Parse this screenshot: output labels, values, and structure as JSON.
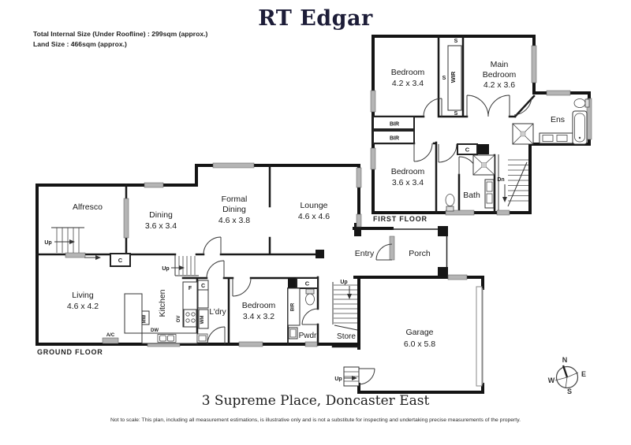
{
  "header": {
    "brand": "RT Edgar",
    "line1": "Total Internal Size (Under Roofline) : 299sqm (approx.)",
    "line2": "Land Size : 466sqm (approx.)"
  },
  "footer": {
    "address": "3 Supreme Place, Doncaster East",
    "disclaimer": "Not to scale: This plan, including all measurement estimations, is illustrative only and is not a substitute for inspecting and undertaking precise measurements of the property."
  },
  "floor_labels": {
    "ground": "GROUND FLOOR",
    "first": "FIRST FLOOR"
  },
  "ground": {
    "alfresco": {
      "name": "Alfresco"
    },
    "dining": {
      "name": "Dining",
      "dims": "3.6 x 3.4"
    },
    "formal_dining": {
      "line1": "Formal",
      "line2": "Dining",
      "dims": "4.6 x 3.8"
    },
    "lounge": {
      "name": "Lounge",
      "dims": "4.6 x 4.6"
    },
    "living": {
      "name": "Living",
      "dims": "4.6 x 4.2"
    },
    "kitchen": {
      "name": "Kitchen"
    },
    "laundry": {
      "name": "L'dry"
    },
    "bedroom": {
      "name": "Bedroom",
      "dims": "3.4 x 3.2"
    },
    "powder": {
      "name": "Pwdr"
    },
    "store": {
      "name": "Store"
    },
    "entry": {
      "name": "Entry"
    },
    "porch": {
      "name": "Porch"
    },
    "garage": {
      "name": "Garage",
      "dims": "6.0 x 5.8"
    }
  },
  "first": {
    "bedroom2": {
      "name": "Bedroom",
      "dims": "4.2 x 3.4"
    },
    "main_bedroom": {
      "line1": "Main",
      "line2": "Bedroom",
      "dims": "4.2 x 3.6"
    },
    "bedroom3": {
      "name": "Bedroom",
      "dims": "3.6 x 3.4"
    },
    "bath": {
      "name": "Bath"
    },
    "ens": {
      "name": "Ens"
    },
    "wir": {
      "name": "WIR"
    }
  },
  "markers": {
    "up": "Up",
    "down": "Dn",
    "storage": "C",
    "shelf": "S",
    "bir": "BIR",
    "fridge": "F",
    "washer": "WM",
    "microwave": "MW",
    "dishwasher": "DW",
    "oven": "OV",
    "aircon": "A/C"
  },
  "compass": {
    "north": "N",
    "east": "E",
    "south": "S",
    "west": "W"
  }
}
